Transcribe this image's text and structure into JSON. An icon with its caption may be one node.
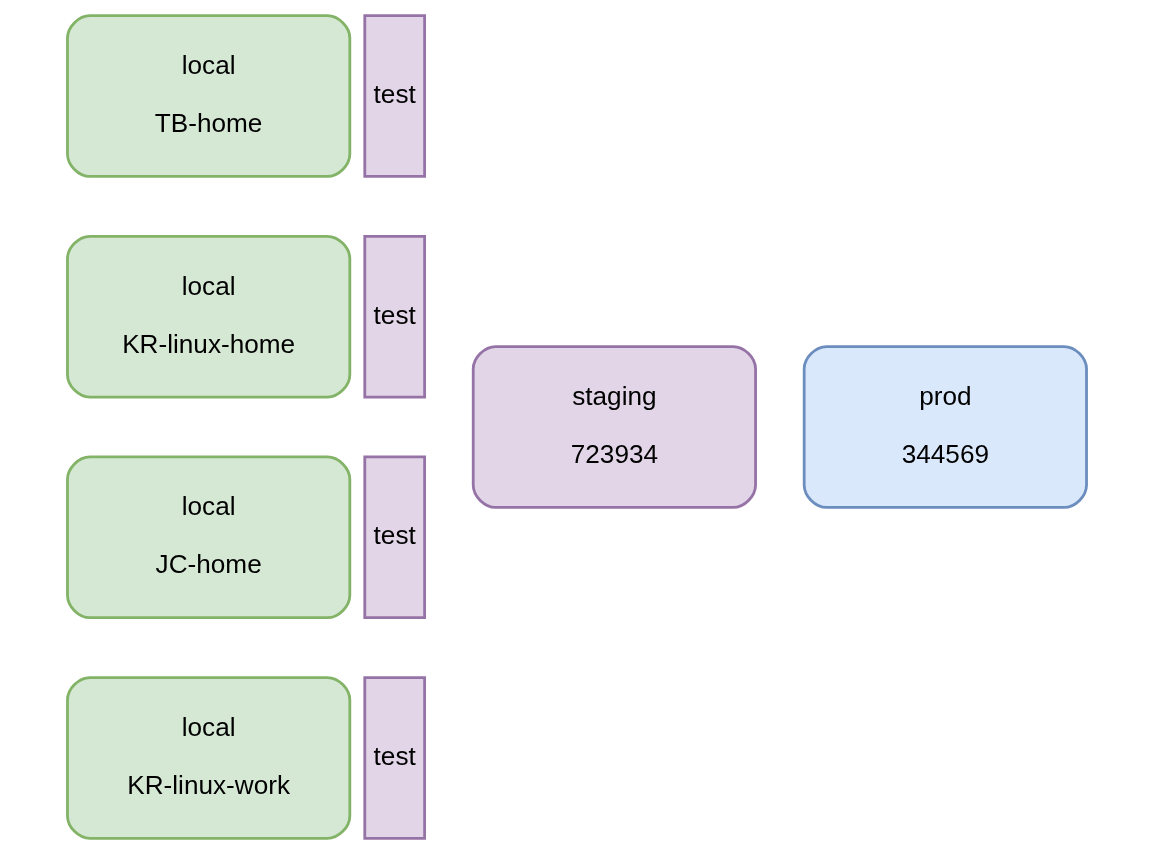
{
  "diagram": {
    "nodes": [
      {
        "text": [
          "local",
          "KR-linux-work"
        ]
      },
      {
        "text": [
          "test"
        ]
      },
      {
        "text": [
          "local",
          "KR-linux-home"
        ]
      },
      {
        "text": [
          "test"
        ]
      },
      {
        "text": [
          "local",
          "JC-home"
        ]
      },
      {
        "text": [
          "test"
        ]
      },
      {
        "text": [
          "local",
          "TB-home"
        ]
      },
      {
        "text": [
          "test"
        ]
      },
      {
        "text": [
          "staging",
          "723934"
        ]
      },
      {
        "text": [
          "prod",
          "344569"
        ]
      }
    ],
    "edges": []
  }
}
